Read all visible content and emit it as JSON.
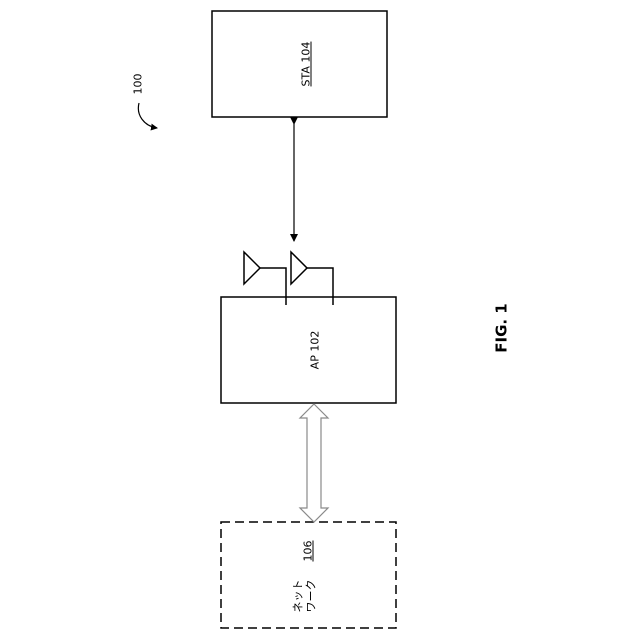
{
  "figure": {
    "reference_numeral": "100",
    "caption": "FIG. 1"
  },
  "sta": {
    "label": "STA 104"
  },
  "ap": {
    "label": "AP 102"
  },
  "network": {
    "label_line1": "ネット",
    "label_line2": "ワーク",
    "numeral": "106"
  }
}
